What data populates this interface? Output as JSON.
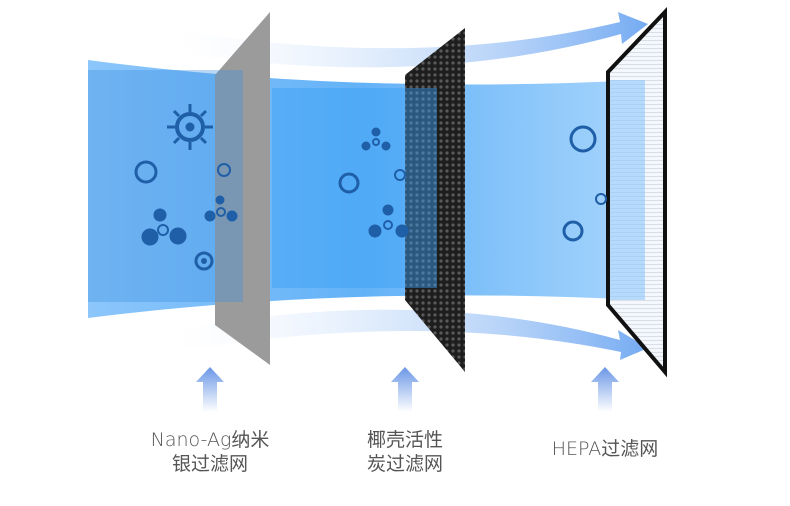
{
  "filters": [
    {
      "label_line1": "Nano-Ag纳米",
      "label_line2": "银过滤网"
    },
    {
      "label_line1": "椰壳活性",
      "label_line2": "炭过滤网"
    },
    {
      "label_line1": "HEPA过滤网",
      "label_line2": ""
    }
  ],
  "colors": {
    "airflow_light": "#9fd0fb",
    "airflow_mid": "#5aaef5",
    "arrow": "#6fa0ea",
    "icon": "#1f5fa8",
    "silver_filter": "#9a9a9a",
    "carbon_filter": "#2a2a2a"
  }
}
